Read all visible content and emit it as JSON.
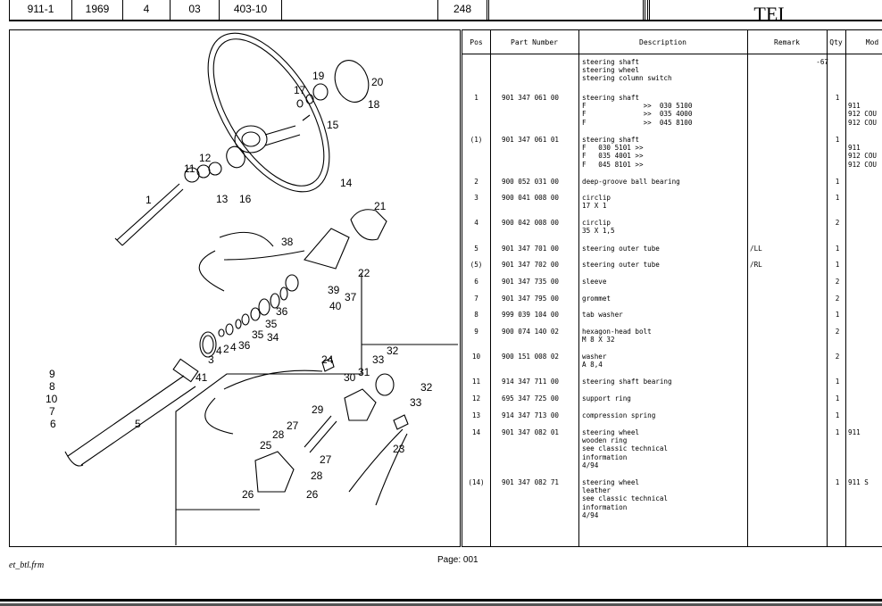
{
  "header": {
    "cells": [
      "911-1",
      "1969",
      "4",
      "03",
      "403-10",
      "",
      "248",
      "",
      "",
      "TEI"
    ]
  },
  "diagram": {
    "callouts": [
      "1",
      "11",
      "12",
      "13",
      "16",
      "14",
      "15",
      "17",
      "18",
      "19",
      "20",
      "21",
      "22",
      "37",
      "38",
      "39",
      "40",
      "36",
      "35",
      "34",
      "35",
      "36",
      "4",
      "2",
      "4",
      "3",
      "41",
      "9",
      "8",
      "10",
      "7",
      "6",
      "5",
      "24",
      "32",
      "33",
      "31",
      "30",
      "32",
      "33",
      "29",
      "27",
      "28",
      "25",
      "27",
      "28",
      "23",
      "26",
      "26"
    ]
  },
  "table": {
    "headers": {
      "pos": "Pos",
      "part": "Part Number",
      "desc": "Description",
      "remark": "Remark",
      "qty": "Qty",
      "model": "Mod"
    },
    "rows": [
      {
        "pos": "",
        "part": "",
        "desc": "steering shaft\nsteering wheel\nsteering column switch",
        "remark": "-67",
        "qty": "",
        "model": ""
      },
      {
        "pos": "1",
        "part": "901 347 061 00",
        "desc": "steering shaft\nF              >>  030 5100\nF              >>  035 4000\nF              >>  045 8100",
        "remark": "",
        "qty": "1",
        "model": "\n911\n912 COU\n912 COU"
      },
      {
        "pos": "(1)",
        "part": "901 347 061 01",
        "desc": "steering shaft\nF   030 5101 >>\nF   035 4001 >>\nF   045 8101 >>",
        "remark": "",
        "qty": "1",
        "model": "\n911\n912 COU\n912 COU"
      },
      {
        "pos": "2",
        "part": "900 052 031 00",
        "desc": "deep-groove ball bearing",
        "remark": "",
        "qty": "1",
        "model": ""
      },
      {
        "pos": "3",
        "part": "900 041 008 00",
        "desc": "circlip\n17 X 1",
        "remark": "",
        "qty": "1",
        "model": ""
      },
      {
        "pos": "4",
        "part": "900 042 008 00",
        "desc": "circlip\n35 X 1,5",
        "remark": "",
        "qty": "2",
        "model": ""
      },
      {
        "pos": "5",
        "part": "901 347 701 00",
        "desc": "steering outer tube",
        "remark": "/LL",
        "qty": "1",
        "model": ""
      },
      {
        "pos": "(5)",
        "part": "901 347 702 00",
        "desc": "steering outer tube",
        "remark": "/RL",
        "qty": "1",
        "model": ""
      },
      {
        "pos": "6",
        "part": "901 347 735 00",
        "desc": "sleeve",
        "remark": "",
        "qty": "2",
        "model": ""
      },
      {
        "pos": "7",
        "part": "901 347 795 00",
        "desc": "grommet",
        "remark": "",
        "qty": "2",
        "model": ""
      },
      {
        "pos": "8",
        "part": "999 039 104 00",
        "desc": "tab washer",
        "remark": "",
        "qty": "1",
        "model": ""
      },
      {
        "pos": "9",
        "part": "900 074 140 02",
        "desc": "hexagon-head bolt\nM 8 X 32",
        "remark": "",
        "qty": "2",
        "model": ""
      },
      {
        "pos": "10",
        "part": "900 151 008 02",
        "desc": "washer\nA 8,4",
        "remark": "",
        "qty": "2",
        "model": ""
      },
      {
        "pos": "11",
        "part": "914 347 711 00",
        "desc": "steering shaft bearing",
        "remark": "",
        "qty": "1",
        "model": ""
      },
      {
        "pos": "12",
        "part": "695 347 725 00",
        "desc": "support ring",
        "remark": "",
        "qty": "1",
        "model": ""
      },
      {
        "pos": "13",
        "part": "914 347 713 00",
        "desc": "compression spring",
        "remark": "",
        "qty": "1",
        "model": ""
      },
      {
        "pos": "14",
        "part": "901 347 082 01",
        "desc": "steering wheel\nwooden ring\nsee classic technical\ninformation\n4/94",
        "remark": "",
        "qty": "1",
        "model": "911"
      },
      {
        "pos": "(14)",
        "part": "901 347 082 71",
        "desc": "steering wheel\nleather\nsee classic technical\ninformation\n4/94",
        "remark": "",
        "qty": "1",
        "model": "911 S"
      }
    ]
  },
  "footer": {
    "form": "et_btl.frm",
    "page": "Page: 001"
  }
}
